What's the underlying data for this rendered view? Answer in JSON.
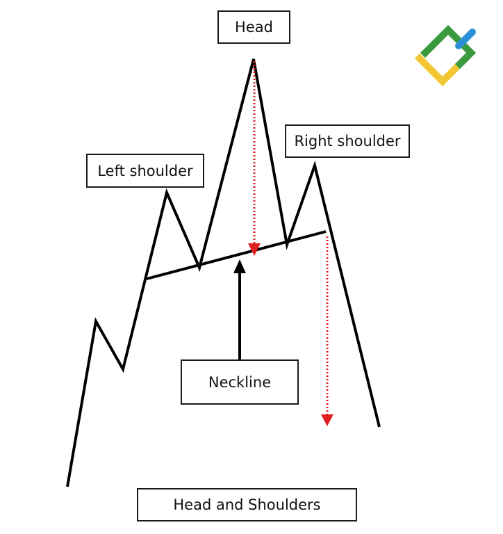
{
  "labels": {
    "head": "Head",
    "left_shoulder": "Left shoulder",
    "right_shoulder": "Right shoulder",
    "neckline": "Neckline",
    "title": "Head and Shoulders"
  },
  "colors": {
    "line": "#000000",
    "target_arrow": "#e02020",
    "logo_green": "#3a9a3f",
    "logo_blue": "#2b8fd6",
    "logo_yellow": "#f2c733"
  }
}
